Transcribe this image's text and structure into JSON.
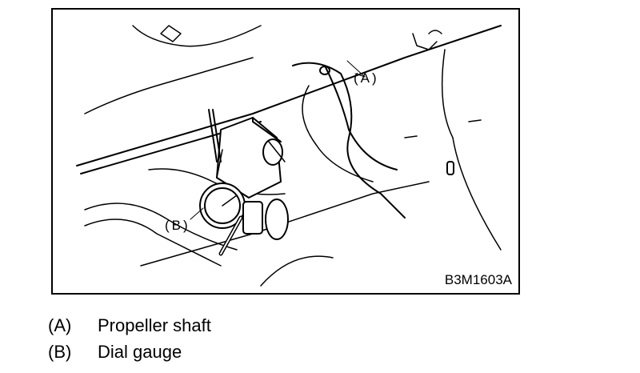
{
  "figure": {
    "id": "B3M1603A",
    "callouts": {
      "a": "(A)",
      "b": "(B)"
    }
  },
  "legend": [
    {
      "key": "(A)",
      "label": "Propeller shaft"
    },
    {
      "key": "(B)",
      "label": "Dial gauge"
    }
  ]
}
